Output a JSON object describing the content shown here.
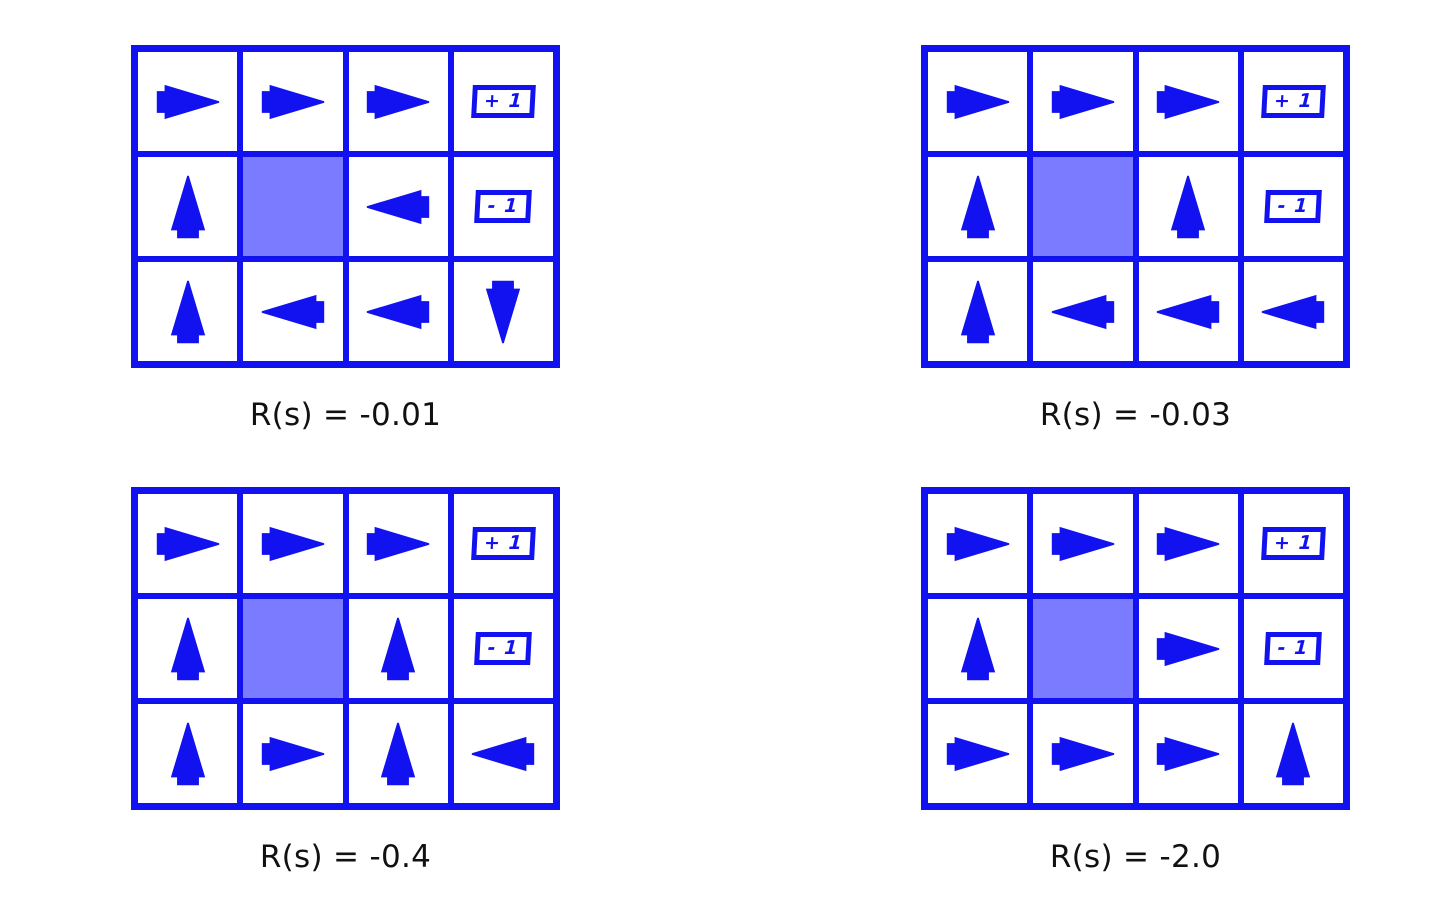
{
  "figure": {
    "kind": "gridworld-policy-grids",
    "colors": {
      "grid_line": "#1212f0",
      "arrow": "#1212f0",
      "wall": "#7b7bff",
      "cell": "#ffffff",
      "caption_text": "#111111"
    },
    "grid_size": {
      "rows": 3,
      "cols": 4
    },
    "terminal_labels": {
      "positive": "+ 1",
      "negative": "- 1"
    }
  },
  "panels": [
    {
      "id": "panel-0",
      "caption": "R(s) = -0.01",
      "reward": -0.01,
      "cells": [
        [
          "right",
          "right",
          "right",
          "goal-positive"
        ],
        [
          "up",
          "wall",
          "left",
          "goal-negative"
        ],
        [
          "up",
          "left",
          "left",
          "down"
        ]
      ]
    },
    {
      "id": "panel-1",
      "caption": "R(s) = -0.03",
      "reward": -0.03,
      "cells": [
        [
          "right",
          "right",
          "right",
          "goal-positive"
        ],
        [
          "up",
          "wall",
          "up",
          "goal-negative"
        ],
        [
          "up",
          "left",
          "left",
          "left"
        ]
      ]
    },
    {
      "id": "panel-2",
      "caption": "R(s) = -0.4",
      "reward": -0.4,
      "cells": [
        [
          "right",
          "right",
          "right",
          "goal-positive"
        ],
        [
          "up",
          "wall",
          "up",
          "goal-negative"
        ],
        [
          "up",
          "right",
          "up",
          "left"
        ]
      ]
    },
    {
      "id": "panel-3",
      "caption": "R(s) = -2.0",
      "reward": -2.0,
      "cells": [
        [
          "right",
          "right",
          "right",
          "goal-positive"
        ],
        [
          "up",
          "wall",
          "right",
          "goal-negative"
        ],
        [
          "right",
          "right",
          "right",
          "up"
        ]
      ]
    }
  ]
}
